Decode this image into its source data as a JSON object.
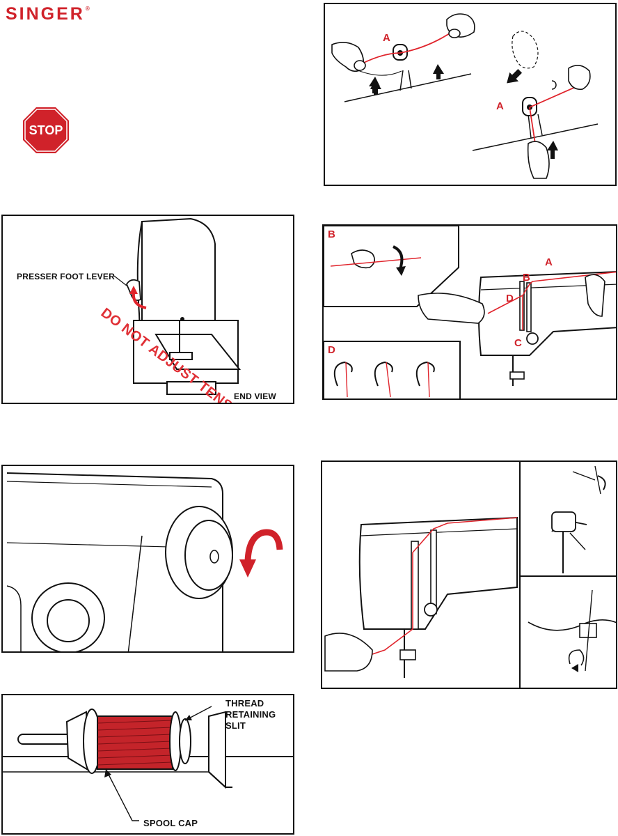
{
  "brand": {
    "logo_text": "SINGER",
    "trademark": "®"
  },
  "stop_sign": {
    "text": "STOP",
    "color": "#d0222a"
  },
  "panel_hands_threading": {
    "label_a1": "A",
    "label_a2": "A"
  },
  "panel_thread_path": {
    "label_a": "A",
    "label_b": "B",
    "label_c": "C",
    "label_d": "D",
    "inset_b_label": "B",
    "inset_d_label": "D"
  },
  "panel_presser_foot": {
    "lever_label": "PRESSER FOOT LEVER",
    "warning": "DO NOT ADJUST TENSION DIAL",
    "view_label": "END VIEW"
  },
  "panel_needle_thread": {},
  "panel_handwheel": {},
  "panel_spool": {
    "slit_label_line1": "THREAD",
    "slit_label_line2": "RETAINING",
    "slit_label_line3": "SLIT",
    "cap_label": "SPOOL CAP"
  },
  "colors": {
    "accent": "#d0222a",
    "thread": "#e0242c",
    "ink": "#111111"
  }
}
